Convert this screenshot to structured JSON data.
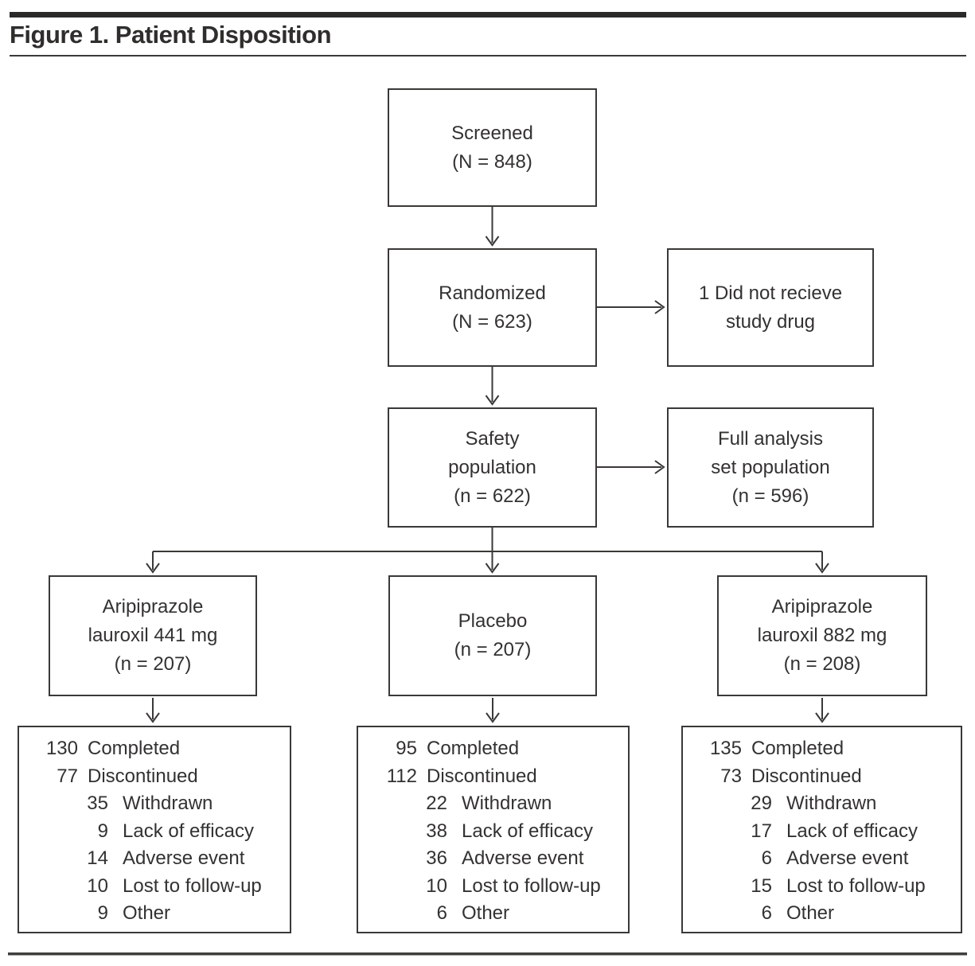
{
  "title": "Figure 1. Patient Disposition",
  "boxes": {
    "screened": {
      "line1": "Screened",
      "line2": "(N = 848)"
    },
    "randomized": {
      "line1": "Randomized",
      "line2": "(N = 623)"
    },
    "not_receive": {
      "line1": "1 Did not recieve",
      "line2": "study drug"
    },
    "safety": {
      "line1": "Safety",
      "line2": "population",
      "line3": "(n = 622)"
    },
    "full_analysis": {
      "line1": "Full analysis",
      "line2": "set population",
      "line3": "(n = 596)"
    },
    "arm_441": {
      "line1": "Aripiprazole",
      "line2": "lauroxil 441 mg",
      "line3": "(n = 207)"
    },
    "placebo": {
      "line1": "Placebo",
      "line2": "(n = 207)"
    },
    "arm_882": {
      "line1": "Aripiprazole",
      "line2": "lauroxil 882 mg",
      "line3": "(n = 208)"
    }
  },
  "outcomes": {
    "arm_441": {
      "rows": [
        {
          "num": "130",
          "label": "Completed"
        },
        {
          "num": "77",
          "label": "Discontinued"
        },
        {
          "num": "35",
          "label": "Withdrawn"
        },
        {
          "num": "9",
          "label": "Lack of efficacy"
        },
        {
          "num": "14",
          "label": "Adverse event"
        },
        {
          "num": "10",
          "label": "Lost to follow-up"
        },
        {
          "num": "9",
          "label": "Other"
        }
      ]
    },
    "placebo": {
      "rows": [
        {
          "num": "95",
          "label": "Completed"
        },
        {
          "num": "112",
          "label": "Discontinued"
        },
        {
          "num": "22",
          "label": "Withdrawn"
        },
        {
          "num": "38",
          "label": "Lack of efficacy"
        },
        {
          "num": "36",
          "label": "Adverse event"
        },
        {
          "num": "10",
          "label": "Lost to follow-up"
        },
        {
          "num": "6",
          "label": "Other"
        }
      ]
    },
    "arm_882": {
      "rows": [
        {
          "num": "135",
          "label": "Completed"
        },
        {
          "num": "73",
          "label": "Discontinued"
        },
        {
          "num": "29",
          "label": "Withdrawn"
        },
        {
          "num": "17",
          "label": "Lack of efficacy"
        },
        {
          "num": "6",
          "label": "Adverse event"
        },
        {
          "num": "15",
          "label": "Lost to follow-up"
        },
        {
          "num": "6",
          "label": "Other"
        }
      ]
    }
  },
  "colors": {
    "line": "#3a3938",
    "text": "#2f2e2d",
    "background": "#ffffff"
  }
}
